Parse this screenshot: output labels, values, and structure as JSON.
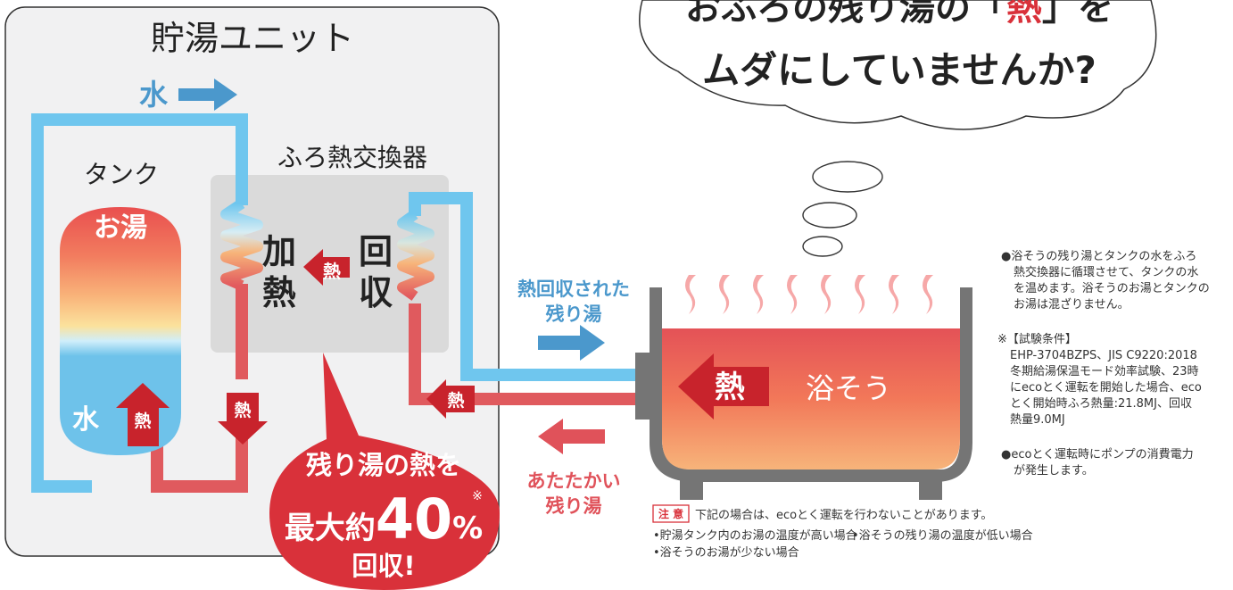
{
  "unit_title": "貯湯ユニット",
  "water_in_label": "水",
  "heat_exchanger_label": "ふろ熱交換器",
  "tank_label": "タンク",
  "tank_hot_label": "お湯",
  "tank_water_label": "水",
  "heat_char": "熱",
  "heating_label": [
    "加",
    "熱"
  ],
  "recovery_label": [
    "回",
    "収"
  ],
  "bubble": {
    "line1_pre": "おふろの残り湯の「",
    "line1_hl": "熱",
    "line1_post": "」を",
    "line2": "ムダにしていませんか?"
  },
  "recovered_label": [
    "熱回収された",
    "残り湯"
  ],
  "warm_label": [
    "あたたかい",
    "残り湯"
  ],
  "bath_label": "浴そう",
  "promo": {
    "line1": "残り湯の熱を",
    "prefix": "最大約",
    "number": "40",
    "percent": "%",
    "mark": "※",
    "line3": "回収!"
  },
  "notes": {
    "note1": [
      "●浴そうの残り湯とタンクの水をふろ",
      "熱交換器に循環させて、タンクの水",
      "を温めます。浴そうのお湯とタンクの",
      "お湯は混ざりません。"
    ],
    "cond_title": "※【試験条件】",
    "cond": [
      "EHP-3704BZPS、JIS C9220:2018",
      "冬期給湯保温モード効率試験、23時",
      "にecoとく運転を開始した場合、eco",
      "とく開始時ふろ熱量:21.8MJ、回収",
      "熱量9.0MJ"
    ],
    "note2": [
      "●ecoとく運転時にポンプの消費電力",
      "が発生します。"
    ]
  },
  "caution": {
    "badge": "注 意",
    "text": "下記の場合は、ecoとく運転を行わないことがあります。",
    "items": [
      "•貯湯タンク内のお湯の温度が高い場合",
      "•浴そうの残り湯の温度が低い場合",
      "•浴そうのお湯が少ない場合"
    ]
  },
  "colors": {
    "blue": "#6fc6ee",
    "blue_arrow": "#4b98cc",
    "red": "#e05a5e",
    "red_arrow": "#e0525a",
    "heat_red": "#c8232c",
    "box_gray": "#dadada",
    "tub_gray": "#757575",
    "promo_red": "#d9313a"
  }
}
